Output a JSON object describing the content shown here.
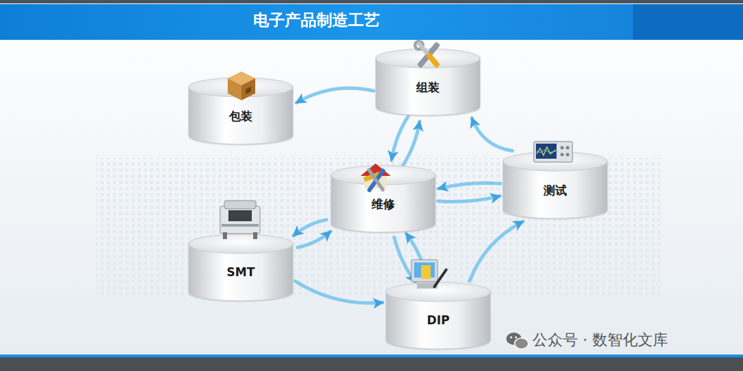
{
  "diagram": {
    "title": "电子产品制造工艺",
    "nodes": [
      {
        "text": [
          "组装"
        ]
      },
      {
        "text": [
          "包装"
        ]
      },
      {
        "text": [
          "维修"
        ]
      },
      {
        "text": [
          "测试"
        ]
      },
      {
        "text": [
          "SMT"
        ]
      },
      {
        "text": [
          "DIP"
        ]
      }
    ],
    "edges": [
      {
        "from": 0,
        "to": 1,
        "arrow": "to"
      },
      {
        "from": 3,
        "to": 0,
        "arrow": "to"
      },
      {
        "from": 0,
        "to": 2,
        "arrow": "to"
      },
      {
        "from": 2,
        "to": 0,
        "arrow": "to"
      },
      {
        "from": 2,
        "to": 3,
        "arrow": "to"
      },
      {
        "from": 3,
        "to": 2,
        "arrow": "to"
      },
      {
        "from": 2,
        "to": 4,
        "arrow": "to"
      },
      {
        "from": 4,
        "to": 2,
        "arrow": "to"
      },
      {
        "from": 2,
        "to": 5,
        "arrow": "to"
      },
      {
        "from": 5,
        "to": 2,
        "arrow": "to"
      },
      {
        "from": 4,
        "to": 5,
        "arrow": "to"
      },
      {
        "from": 5,
        "to": 3,
        "arrow": "to"
      }
    ],
    "labels": [
      "公众号 · 数智化文库"
    ]
  }
}
